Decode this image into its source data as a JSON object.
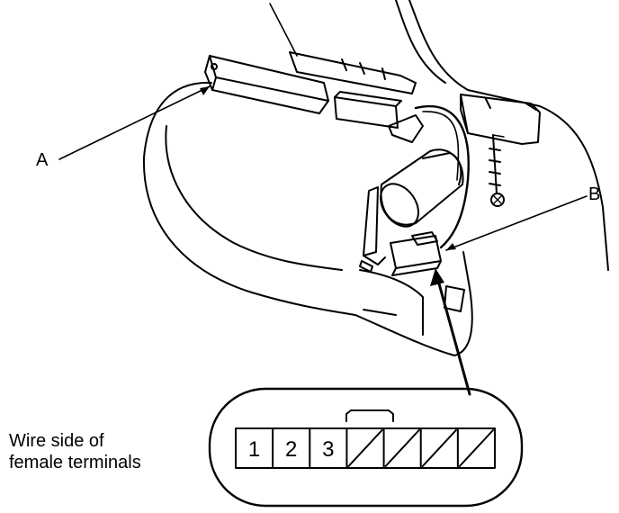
{
  "callouts": {
    "a": "A",
    "b": "B"
  },
  "note": {
    "line1": "Wire side of",
    "line2": "female terminals"
  },
  "connector": {
    "pins": [
      {
        "label": "1",
        "used": true
      },
      {
        "label": "2",
        "used": true
      },
      {
        "label": "3",
        "used": true
      },
      {
        "label": "",
        "used": false
      },
      {
        "label": "",
        "used": false
      },
      {
        "label": "",
        "used": false
      },
      {
        "label": "",
        "used": false
      }
    ]
  }
}
